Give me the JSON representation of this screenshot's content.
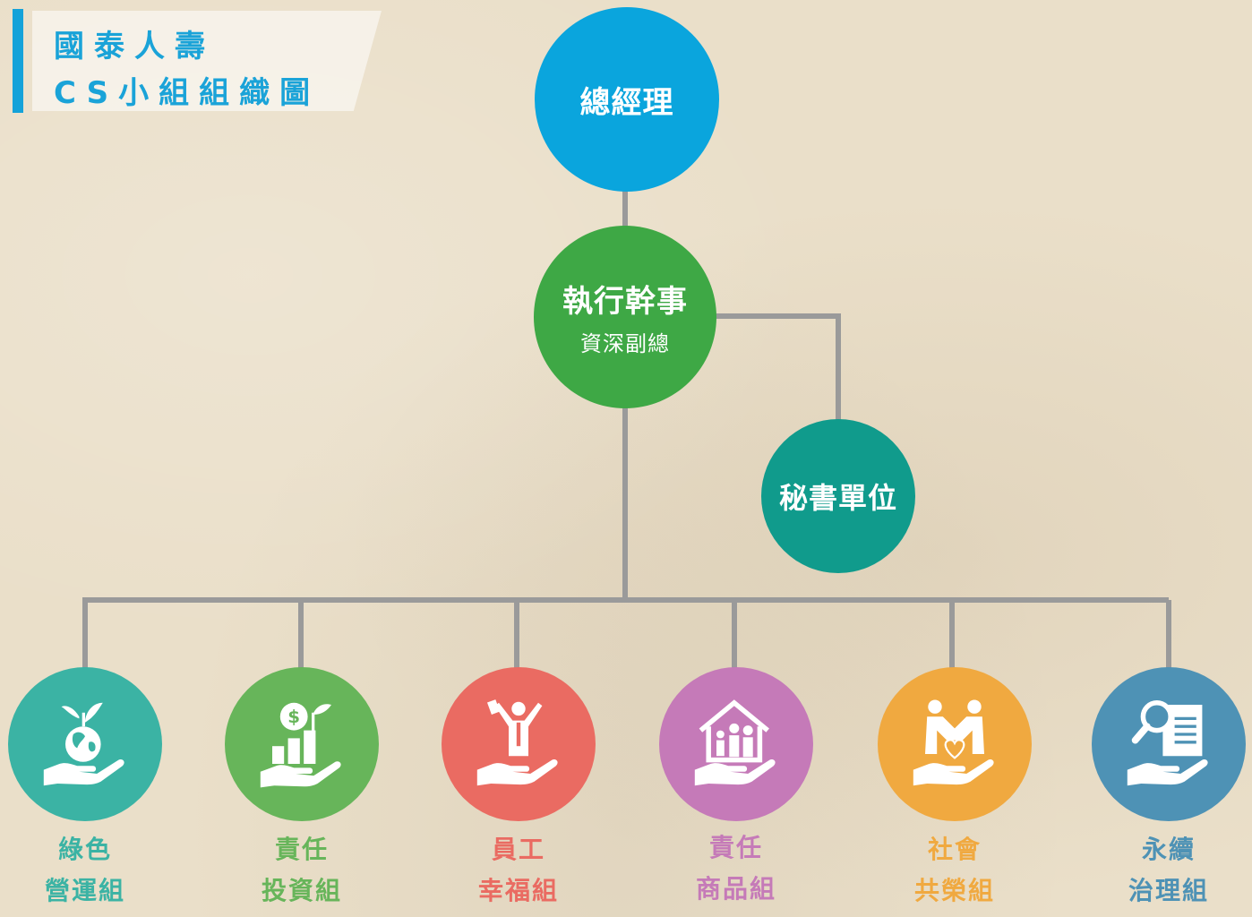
{
  "title": {
    "line1": "國泰人壽",
    "line2": "CS小組組織圖"
  },
  "nodes": {
    "general_manager": {
      "label": "總經理",
      "color": "#0aa5dd"
    },
    "executive": {
      "label": "執行幹事",
      "sub": "資深副總",
      "color": "#3ea845"
    },
    "secretariat": {
      "label": "秘書單位",
      "color": "#109b8c"
    }
  },
  "groups": [
    {
      "line1": "綠色",
      "line2": "營運組",
      "color": "#3bb3a4",
      "icon": "earth-hand-icon"
    },
    {
      "line1": "責任",
      "line2": "投資組",
      "color": "#67b55a",
      "icon": "money-growth-hand-icon"
    },
    {
      "line1": "員工",
      "line2": "幸福組",
      "color": "#ea6b62",
      "icon": "happy-employee-hand-icon"
    },
    {
      "line1": "責任",
      "line2": "商品組",
      "color": "#c57ab8",
      "icon": "family-home-hand-icon"
    },
    {
      "line1": "社會",
      "line2": "共榮組",
      "color": "#f0a940",
      "icon": "heart-people-hand-icon"
    },
    {
      "line1": "永續",
      "line2": "治理組",
      "color": "#4e92b5",
      "icon": "magnify-document-hand-icon"
    }
  ],
  "colors": {
    "connector": "#9a9a9a",
    "title_accent": "#1aa3d8"
  }
}
